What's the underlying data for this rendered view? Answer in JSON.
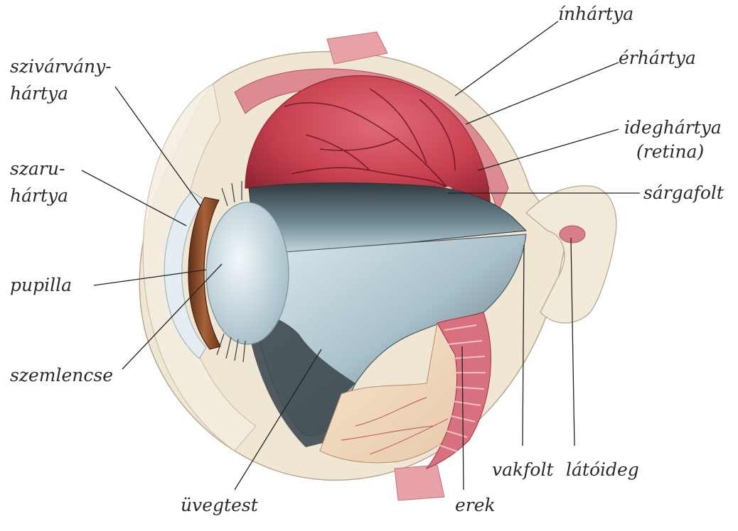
{
  "labels": {
    "inhartya": "ínhártya",
    "erhartya": "érhártya",
    "ideghartya_1": "ideghártya",
    "ideghartya_2": "(retina)",
    "sargafolt": "sárgafolt",
    "szivarvany_1": "szivárvány-",
    "szivarvany_2": "hártya",
    "szaru_1": "szaru-",
    "szaru_2": "hártya",
    "pupilla": "pupilla",
    "szemlencse": "szemlencse",
    "uvegtest": "üvegtest",
    "erek": "erek",
    "vakfolt": "vakfolt",
    "latoideg": "látóideg"
  },
  "colors": {
    "sclera": "#efe6d4",
    "choroid": "#d9848c",
    "retina_interior": "#c8404f",
    "vitreous": "#b9cdd6",
    "vitreous_shadow": "#3e4a50",
    "iris": "#8b4a2b",
    "lens": "#d6e4ea",
    "leader": "#222222"
  }
}
